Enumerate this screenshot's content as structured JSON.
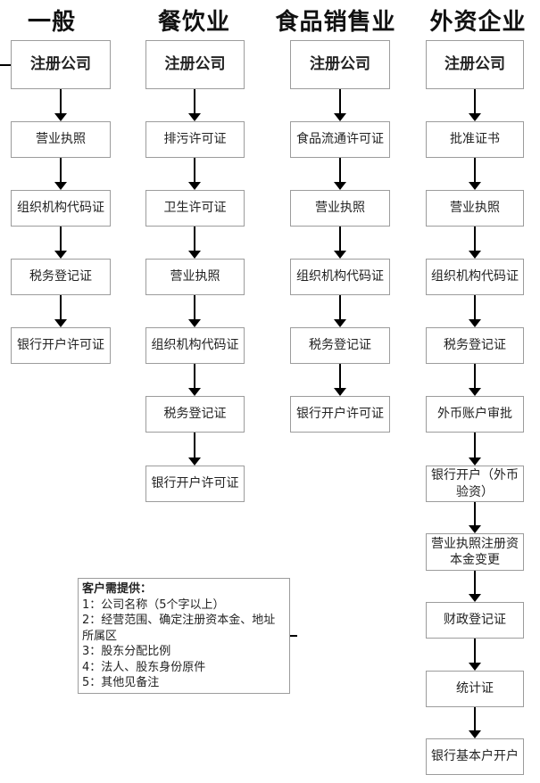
{
  "theme": {
    "background": "#ffffff",
    "box_border": "#9c9c9c",
    "text": "#222222",
    "title": "#111111",
    "arrow": "#000000"
  },
  "columns": [
    {
      "id": "general",
      "title": "一般",
      "steps": [
        "注册公司",
        "营业执照",
        "组织机构代码证",
        "税务登记证",
        "银行开户许可证"
      ]
    },
    {
      "id": "catering",
      "title": "餐饮业",
      "steps": [
        "注册公司",
        "排污许可证",
        "卫生许可证",
        "营业执照",
        "组织机构代码证",
        "税务登记证",
        "银行开户许可证"
      ]
    },
    {
      "id": "food-sales",
      "title": "食品销售业",
      "steps": [
        "注册公司",
        "食品流通许可证",
        "营业执照",
        "组织机构代码证",
        "税务登记证",
        "银行开户许可证"
      ]
    },
    {
      "id": "foreign-enterprise",
      "title": "外资企业",
      "steps": [
        "注册公司",
        "批准证书",
        "营业执照",
        "组织机构代码证",
        "税务登记证",
        "外币账户审批",
        "银行开户（外币验资）",
        "营业执照注册资本金变更",
        "财政登记证",
        "统计证",
        "银行基本户开户"
      ]
    }
  ],
  "note": {
    "title": "客户需提供：",
    "items": [
      "1：公司名称（5个字以上）",
      "2：经营范围、确定注册资本金、地址所属区",
      "3：股东分配比例",
      "4：法人、股东身份原件",
      "5：其他见备注"
    ]
  }
}
